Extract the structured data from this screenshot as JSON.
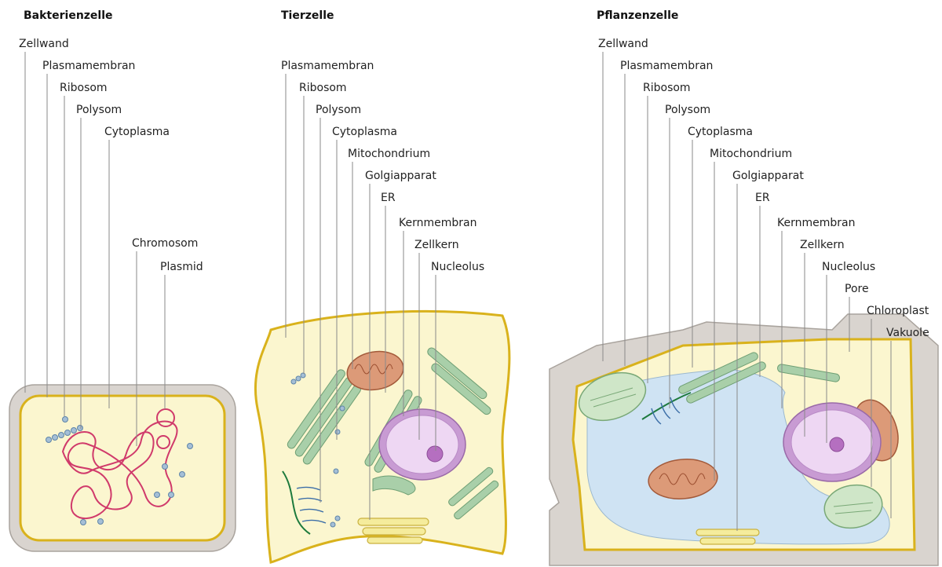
{
  "titles": {
    "bacteria": "Bakterienzelle",
    "animal": "Tierzelle",
    "plant": "Pflanzenzelle"
  },
  "bacteria_labels": [
    "Zellwand",
    "Plasmamembran",
    "Ribosom",
    "Polysom",
    "Cytoplasma",
    "Chromosom",
    "Plasmid"
  ],
  "animal_labels": [
    "Plasmamembran",
    "Ribosom",
    "Polysom",
    "Cytoplasma",
    "Mitochondrium",
    "Golgiapparat",
    "ER",
    "Kernmembran",
    "Zellkern",
    "Nucleolus"
  ],
  "plant_labels": [
    "Zellwand",
    "Plasmamembran",
    "Ribosom",
    "Polysom",
    "Cytoplasma",
    "Mitochondrium",
    "Golgiapparat",
    "ER",
    "Kernmembran",
    "Zellkern",
    "Nucleolus",
    "Pore",
    "Chloroplast",
    "Vakuole"
  ],
  "colors": {
    "cell_wall": "#d9d4cf",
    "cytoplasm": "#fbf6cf",
    "membrane": "#d9b21c",
    "er": "#a9cfa9",
    "ribosome": "#a5bfd6",
    "mitochondrion": "#dc9a78",
    "golgi": "#f5ec9c",
    "nucleus": "#eed7f3",
    "nucleolus": "#b56fc0",
    "vacuole": "#cfe3f3",
    "chromosome": "#d03a6b"
  }
}
